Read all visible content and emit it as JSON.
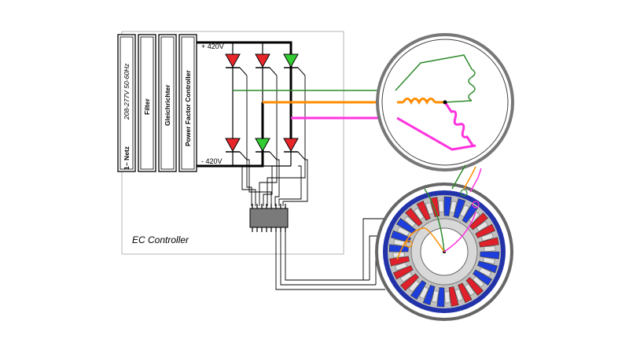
{
  "diagram": {
    "blocks": [
      {
        "label": "1~ Netz",
        "sublabel": "208-277V 50-60Hz"
      },
      {
        "label": "Filter"
      },
      {
        "label": "Gleichrichter"
      },
      {
        "label": "Power Factor Controller"
      }
    ],
    "voltage_pos": "+ 420V",
    "voltage_neg": "- 420V",
    "controller_label": "EC Controller",
    "colors": {
      "phase_u": "#2e8b2e",
      "phase_v": "#ff8c00",
      "phase_w": "#ff33dd",
      "diode_red": "#e8262a",
      "diode_green": "#33cc33",
      "stator_blue": "#1f3fdc",
      "stator_red": "#e0202a",
      "iron_gray": "#9a9a9a"
    },
    "icons": {
      "diode": "triangle-diode-symbol",
      "coil": "inductor-coil-symbol",
      "chip": "dip-ic-package",
      "motor": "ec-motor-cross-section"
    }
  }
}
